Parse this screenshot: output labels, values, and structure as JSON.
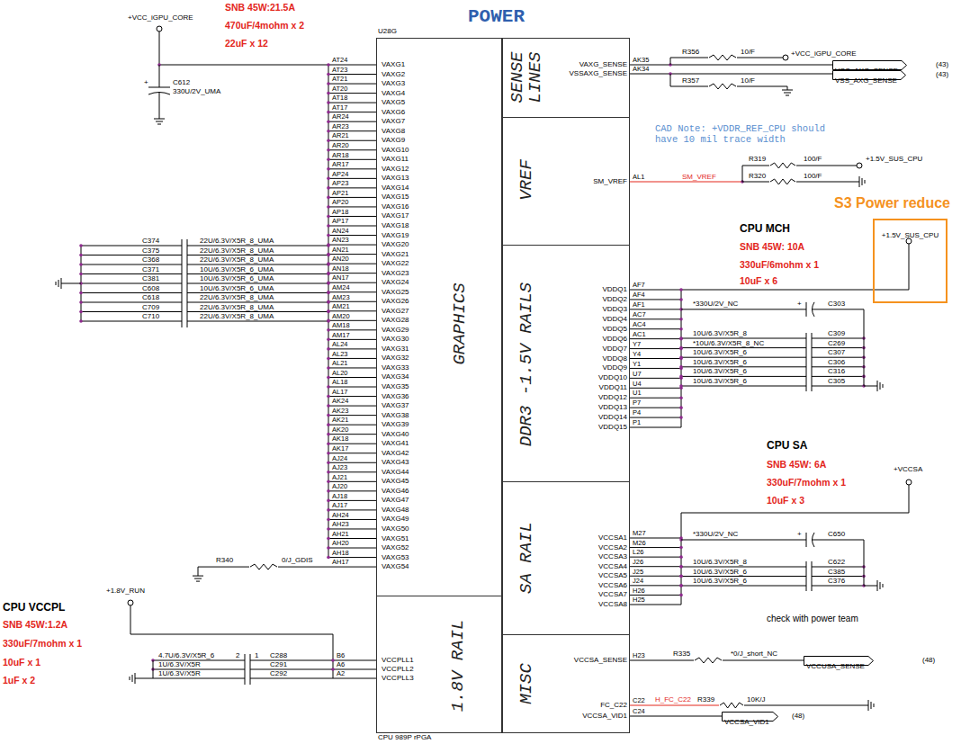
{
  "diagram": {
    "title": "POWER",
    "nodes": [
      {
        "text": [
          "U28G",
          "CPU 989P rPGA"
        ]
      },
      {
        "text": [
          "GRAPHICS"
        ],
        "in": 0
      },
      {
        "text": [
          "1.8V RAIL"
        ],
        "in": 0
      },
      {
        "text": [
          "SENSE LINES"
        ],
        "in": 0
      },
      {
        "text": [
          "VREF"
        ],
        "in": 0
      },
      {
        "text": [
          "DDR3 -1.5V RAILS"
        ],
        "in": 0
      },
      {
        "text": [
          "SA RAIL"
        ],
        "in": 0
      },
      {
        "text": [
          "MISC"
        ],
        "in": 0
      },
      {
        "text": [
          "+1.5V_SUS_CPU"
        ]
      },
      {
        "text": [
          "VCC_AXG_SENSE"
        ]
      },
      {
        "text": [
          "VSS_AXG_SENSE"
        ]
      },
      {
        "text": [
          "VCCUSA_SENSE"
        ]
      },
      {
        "text": [
          "VCCSA_VID1"
        ]
      }
    ],
    "edges": [
      {
        "from": 3,
        "to": 9,
        "arrow": "none"
      },
      {
        "from": 3,
        "to": 10,
        "arrow": "none"
      },
      {
        "from": 8,
        "to": 5,
        "arrow": "none"
      },
      {
        "from": 7,
        "to": 11,
        "arrow": "none"
      },
      {
        "from": 7,
        "to": 12,
        "arrow": "none"
      }
    ],
    "labels": [
      "VAXG1",
      "VAXG2",
      "VAXG3",
      "VAXG4",
      "VAXG5",
      "VAXG6",
      "VAXG7",
      "VAXG8",
      "VAXG9",
      "VAXG10",
      "VAXG11",
      "VAXG12",
      "VAXG13",
      "VAXG14",
      "VAXG15",
      "VAXG16",
      "VAXG17",
      "VAXG18",
      "VAXG19",
      "VAXG20",
      "VAXG21",
      "VAXG22",
      "VAXG23",
      "VAXG24",
      "VAXG25",
      "VAXG26",
      "VAXG27",
      "VAXG28",
      "VAXG29",
      "VAXG30",
      "VAXG31",
      "VAXG32",
      "VAXG33",
      "VAXG34",
      "VAXG35",
      "VAXG36",
      "VAXG37",
      "VAXG38",
      "VAXG39",
      "VAXG40",
      "VAXG41",
      "VAXG42",
      "VAXG43",
      "VAXG44",
      "VAXG45",
      "VAXG46",
      "VAXG47",
      "VAXG48",
      "VAXG49",
      "VAXG50",
      "VAXG51",
      "VAXG52",
      "VAXG53",
      "VAXG54",
      "AT24",
      "AT23",
      "AT21",
      "AT20",
      "AT18",
      "AT17",
      "AR24",
      "AR23",
      "AR21",
      "AR20",
      "AR18",
      "AR17",
      "AP24",
      "AP23",
      "AP21",
      "AP20",
      "AP18",
      "AP17",
      "AN24",
      "AN23",
      "AN21",
      "AN20",
      "AN18",
      "AN17",
      "AM24",
      "AM23",
      "AM21",
      "AM20",
      "AM18",
      "AM17",
      "AL24",
      "AL23",
      "AL21",
      "AL20",
      "AL18",
      "AL17",
      "AK24",
      "AK23",
      "AK21",
      "AK20",
      "AK18",
      "AK17",
      "AJ24",
      "AJ23",
      "AJ21",
      "AJ20",
      "AJ18",
      "AJ17",
      "AH24",
      "AH23",
      "AH21",
      "AH20",
      "AH18",
      "AH17",
      "VAXG_SENSE",
      "VSSAXG_SENSE",
      "SM_VREF",
      "VDDQ1",
      "VDDQ2",
      "VDDQ3",
      "VDDQ4",
      "VDDQ5",
      "VDDQ6",
      "VDDQ7",
      "VDDQ8",
      "VDDQ9",
      "VDDQ10",
      "VDDQ11",
      "VDDQ12",
      "VDDQ13",
      "VDDQ14",
      "VDDQ15",
      "VCCSA1",
      "VCCSA2",
      "VCCSA3",
      "VCCSA4",
      "VCCSA5",
      "VCCSA6",
      "VCCSA7",
      "VCCSA8",
      "VCCSA_SENSE",
      "FC_C22",
      "VCCSA_VID1",
      "AK35",
      "AK34",
      "AL1",
      "AF7",
      "AF4",
      "AF1",
      "AC7",
      "AC4",
      "AC1",
      "Y7",
      "Y4",
      "Y1",
      "U7",
      "U4",
      "U1",
      "P7",
      "P4",
      "P1",
      "M27",
      "M26",
      "L26",
      "J26",
      "J25",
      "J24",
      "H26",
      "H25",
      "H23",
      "C22",
      "C24",
      "VCCPLL1",
      "VCCPLL2",
      "VCCPLL3",
      "B6",
      "A6",
      "A2",
      "SNB 45W:21.5A",
      "470uF/4mohm x 2",
      "22uF x 12",
      "+VCC_iGPU_CORE",
      "C612",
      "+",
      "330U/2V_UMA",
      "C374",
      "C375",
      "C368",
      "C371",
      "C381",
      "C608",
      "C618",
      "C709",
      "C710",
      "22U/6.3V/X5R_8_UMA",
      "22U/6.3V/X5R_8_UMA",
      "22U/6.3V/X5R_8_UMA",
      "10U/6.3V/X5R_6_UMA",
      "10U/6.3V/X5R_6_UMA",
      "10U/6.3V/X5R_6_UMA",
      "22U/6.3V/X5R_8_UMA",
      "22U/6.3V/X5R_8_UMA",
      "22U/6.3V/X5R_8_UMA",
      "R340",
      "0/J_GDIS",
      "+1.8V_RUN",
      "CPU VCCPL",
      "SNB 45W:1.2A",
      "330uF/7mohm x 1",
      "10uF x 1",
      "1uF x 2",
      "4.7U/6.3V/X5R_6",
      "1U/6.3V/X5R",
      "1U/6.3V/X5R",
      "2",
      "1",
      "C288",
      "C291",
      "C292",
      "R356",
      "10/F",
      "+VCC_iGPU_CORE",
      "R357",
      "10/F",
      "(43)",
      "(43)",
      "CAD Note: +VDDR_REF_CPU should have 10 mil trace width",
      "R319",
      "100/F",
      "+1.5V_SUS_CPU",
      "SM_VREF",
      "R320",
      "100/F",
      "S3 Power reduce",
      "CPU MCH",
      "SNB 45W: 10A",
      "330uF/6mohm x 1",
      "10uF x 6",
      "*330U/2V_NC",
      "+",
      "C303",
      "10U/6.3V/X5R_8",
      "*10U/6.3V/X5R_8_NC",
      "10U/6.3V/X5R_6",
      "10U/6.3V/X5R_6",
      "10U/6.3V/X5R_6",
      "10U/6.3V/X5R_6",
      "C309",
      "C269",
      "C307",
      "C306",
      "C316",
      "C305",
      "CPU SA",
      "SNB 45W: 6A",
      "330uF/7mohm x 1",
      "10uF x 3",
      "+VCCSA",
      "*330U/2V_NC",
      "+",
      "C650",
      "10U/6.3V/X5R_8",
      "10U/6.3V/X5R_6",
      "10U/6.3V/X5R_6",
      "C622",
      "C385",
      "C376",
      "check with power team",
      "R335",
      "*0/J_short_NC",
      "(48)",
      "H_FC_C22",
      "R339",
      "10K/J",
      "(48)"
    ]
  }
}
